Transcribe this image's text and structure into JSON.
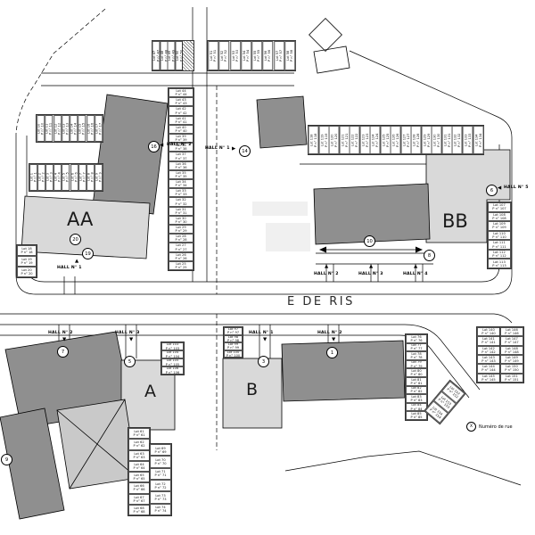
{
  "street": {
    "name": "E DE RIS"
  },
  "buildings": {
    "aa": "AA",
    "bb": "BB",
    "a": "A",
    "b": "B"
  },
  "halls": {
    "aa_hall2": "HALL N° 2",
    "mid_hall1": "HALL N° 1",
    "aa_hall1": "HALL N° 1",
    "bb_hall5": "HALL N° 5",
    "bb_hall2": "HALL N° 2",
    "bb_hall3": "HALL N° 3",
    "bb_hall4": "HALL N° 4",
    "a_hall2": "HALL N° 2",
    "a_hall3": "HALL N° 3",
    "b_hall1": "HALL N° 1",
    "b_hall2": "HALL N° 2"
  },
  "street_numbers": {
    "c16": "16",
    "c14": "14",
    "c20": "20",
    "c19": "19",
    "c6": "6",
    "c10": "10",
    "c8": "8",
    "c7": "7",
    "c5": "5",
    "c3": "3",
    "c1": "1",
    "c9": "9"
  },
  "legend": {
    "symbol": "X",
    "label": "Numéro de rue"
  },
  "icons": {
    "arrow_left": "◀",
    "arrow_right": "▶",
    "arrow_up": "▲",
    "arrow_down": "▼"
  },
  "colors": {
    "roof_dark": "#8f8f8f",
    "building_light": "#d9d9d9",
    "line": "#000000"
  },
  "lots": {
    "top_left": [
      "Lot 47\nP n° 47",
      "Lot 48\nP n° 48",
      "Lot 49\nP n° 49",
      "Lot 50\nP n° 50"
    ],
    "top_right": [
      "Lot 51\nP n° 51",
      "Lot 52\nP n° 52",
      "Lot 53\nP n° 53",
      "Lot 54\nP n° 54",
      "Lot 55\nP n° 55",
      "Lot 56\nP n° 56",
      "Lot 57\nP n° 57",
      "Lot 58\nP n° 58"
    ],
    "left_upper": [
      "Lot 10\nP n° 10",
      "Lot 11\nP n° 11",
      "Lot 12\nP n° 12",
      "Lot 13\nP n° 13",
      "Lot 14\nP n° 14",
      "Lot 15\nP n° 15",
      "Lot 16\nP n° 16",
      "Lot 17\nP n° 17"
    ],
    "left_lower": [
      "Lot 1\nP n° 1",
      "Lot 2\nP n° 2",
      "Lot 3\nP n° 3",
      "Lot 4\nP n° 4",
      "Lot 5\nP n° 5",
      "Lot 6\nP n° 6",
      "Lot 7\nP n° 7",
      "Lot 8\nP n° 8",
      "Lot 9\nP n° 9"
    ],
    "left_small": [
      "Lot 18\nP n° 18",
      "Lot 19\nP n° 19",
      "Lot 20\nP n° 20"
    ],
    "mid_stack": [
      "Lot 44\nP n° 44",
      "Lot 43\nP n° 43",
      "Lot 42\nP n° 42",
      "Lot 41\nP n° 41",
      "Lot 40\nP n° 40",
      "Lot 39\nP n° 39",
      "Lot 38\nP n° 38",
      "Lot 37\nP n° 37",
      "Lot 36\nP n° 36",
      "Lot 35\nP n° 35",
      "Lot 34\nP n° 34",
      "Lot 33\nP n° 33",
      "Lot 32\nP n° 32",
      "Lot 31\nP n° 31",
      "Lot 30\nP n° 30",
      "Lot 29\nP n° 29",
      "Lot 28\nP n° 28",
      "Lot 27\nP n° 27",
      "Lot 26\nP n° 26",
      "Lot 25\nP n° 25"
    ],
    "right_strip": [
      "Lot 118\nP n° 118",
      "Lot 119\nP n° 119",
      "Lot 120\nP n° 120",
      "Lot 121\nP n° 121",
      "Lot 122\nP n° 122",
      "Lot 123\nP n° 123",
      "Lot 124\nP n° 124",
      "Lot 125\nP n° 125",
      "Lot 126\nP n° 126",
      "Lot 127\nP n° 127",
      "Lot 128\nP n° 128",
      "Lot 129\nP n° 129",
      "Lot 130\nP n° 130",
      "Lot 131\nP n° 131",
      "Lot 132\nP n° 132",
      "Lot 133\nP n° 133",
      "Lot 134\nP n° 134"
    ],
    "right_stack": [
      "Lot 107\nP n° 107",
      "Lot 108\nP n° 108",
      "Lot 109\nP n° 109",
      "Lot 110\nP n° 110",
      "Lot 111\nP n° 111",
      "Lot 112\nP n° 112",
      "Lot 113\nP n° 113"
    ],
    "a_stack": [
      "Lot 103\nP n° 103",
      "Lot 104\nP n° 104",
      "Lot 105\nP n° 105",
      "Lot 106\nP n° 106"
    ],
    "b_stack": [
      "Lot 97\nP n° 97",
      "Lot 98\nP n° 98",
      "Lot 99\nP n° 99",
      "Lot 100\nP n° 100"
    ],
    "a_bottom_1": [
      "Lot 61\nP n° 61",
      "Lot 62\nP n° 62",
      "Lot 63\nP n° 63",
      "Lot 64\nP n° 64",
      "Lot 65\nP n° 65",
      "Lot 66\nP n° 66",
      "Lot 67\nP n° 67",
      "Lot 68\nP n° 68"
    ],
    "a_bottom_2": [
      "Lot 69\nP n° 69",
      "Lot 70\nP n° 70",
      "Lot 71\nP n° 71",
      "Lot 72\nP n° 72",
      "Lot 73\nP n° 73",
      "Lot 74\nP n° 74"
    ],
    "b_right_stack": [
      "Lot 76\nP n° 76",
      "Lot 77\nP n° 77",
      "Lot 78\nP n° 78",
      "Lot 79\nP n° 79",
      "Lot 80\nP n° 80",
      "Lot 81\nP n° 81",
      "Lot 82\nP n° 82",
      "Lot 83\nP n° 83",
      "Lot 84\nP n° 84",
      "Lot 85\nP n° 85"
    ],
    "far_right_1": [
      "Lot 140\nP n° 140",
      "Lot 141\nP n° 141",
      "Lot 142\nP n° 142",
      "Lot 143\nP n° 143",
      "Lot 144\nP n° 144",
      "Lot 145\nP n° 145"
    ],
    "far_right_2": [
      "Lot 146\nP n° 146",
      "Lot 147\nP n° 147",
      "Lot 148\nP n° 148",
      "Lot 149\nP n° 149",
      "Lot 150\nP n° 150",
      "Lot 151\nP n° 151"
    ],
    "diag_stack": [
      "Lot 152\nP n° 152",
      "Lot 153\nP n° 153",
      "Lot 154\nP n° 154"
    ]
  }
}
